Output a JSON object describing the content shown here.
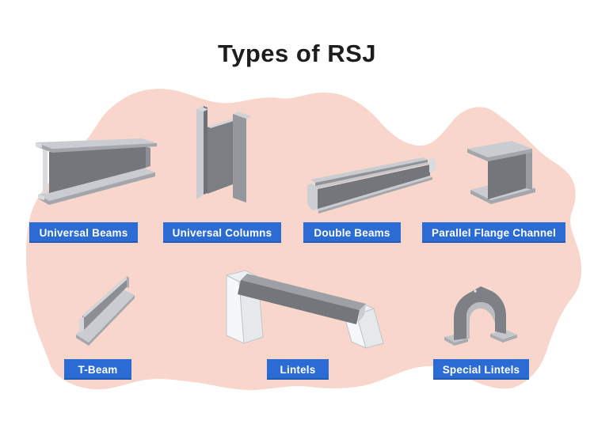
{
  "title": "Types of RSJ",
  "items": [
    {
      "label": "Universal Beams",
      "illustration": "universal-beam-illustration"
    },
    {
      "label": "Universal Columns",
      "illustration": "universal-column-illustration"
    },
    {
      "label": "Double Beams",
      "illustration": "double-beam-illustration"
    },
    {
      "label": "Parallel Flange Channel",
      "illustration": "parallel-flange-channel-illustration"
    },
    {
      "label": "T-Beam",
      "illustration": "t-beam-illustration"
    },
    {
      "label": "Lintels",
      "illustration": "lintel-illustration"
    },
    {
      "label": "Special Lintels",
      "illustration": "special-lintel-illustration"
    }
  ],
  "colors": {
    "background": "#ffffff",
    "blob_pink": "#f9d6cc",
    "label_blue": "#2a6cd3",
    "label_text": "#ffffff",
    "title_text": "#1d1d1d",
    "steel_light": "#c9cdd1",
    "steel_mid": "#a3a6ab",
    "steel_dark": "#73767b",
    "masonry_white": "#f5f7f8"
  }
}
